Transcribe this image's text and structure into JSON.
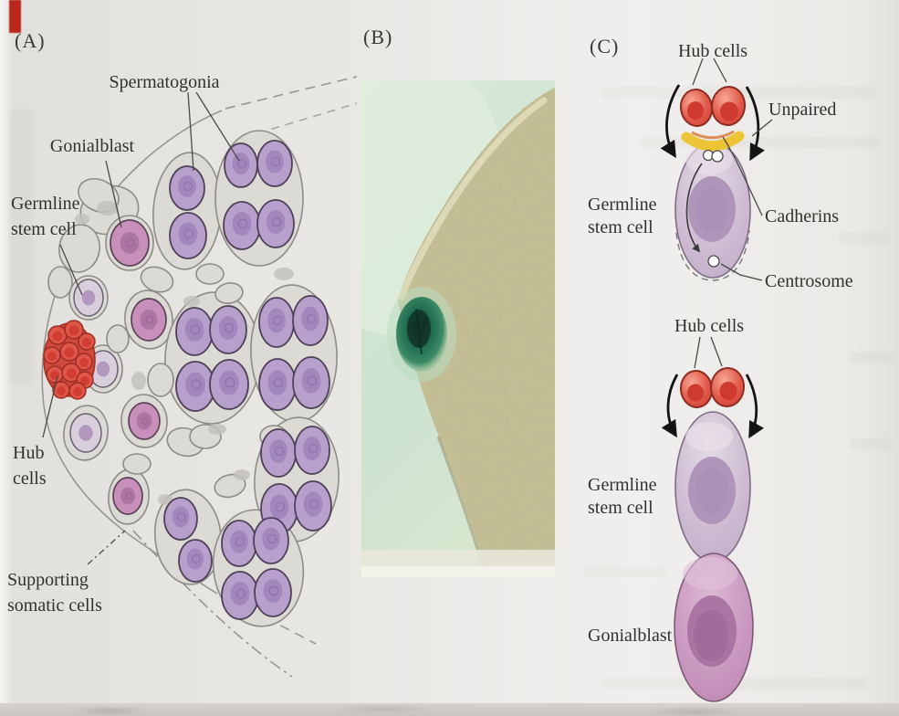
{
  "figure": {
    "panels": {
      "a": {
        "marker": "(A)",
        "labels": {
          "spermatogonia": "Spermatogonia",
          "gonialblast": "Gonialblast",
          "germline_line1": "Germline",
          "germline_line2": "stem cell",
          "hub_line1": "Hub",
          "hub_line2": "cells",
          "supporting_line1": "Supporting",
          "supporting_line2": "somatic cells"
        }
      },
      "b": {
        "marker": "(B)"
      },
      "c": {
        "marker": "(C)",
        "top": {
          "hub_cells": "Hub cells",
          "unpaired": "Unpaired",
          "germline_line1": "Germline",
          "germline_line2": "stem cell",
          "cadherins": "Cadherins",
          "centrosome": "Centrosome"
        },
        "middle": {
          "hub_cells": "Hub cells",
          "germline_line1": "Germline",
          "germline_line2": "stem cell"
        },
        "bottom": {
          "gonialblast": "Gonialblast"
        }
      }
    }
  },
  "colors": {
    "hub_cell_red": "#dd5648",
    "hub_cell_nucleus": "#cf3a2e",
    "hub_cell_outline": "#9e2d23",
    "spermatogonium_purple": "#b7a0cc",
    "spermatogonium_nucleus": "#a086ba",
    "gonialblast_pink": "#c98fbb",
    "gonialblast_nucleus": "#aa75a2",
    "stem_cell_pale": "#d9cfdc",
    "stem_cell_nucleus": "#b095ba",
    "somatic_gray": "#dcdad5",
    "somatic_outline": "#8e8c86",
    "cadherin_yellow": "#eec437",
    "stain_green": "#1e6b52",
    "micrograph_green": "#d9e9dc",
    "micrograph_tan": "#c6c096",
    "label_ink": "#33312e",
    "page_mark_red": "#b9271e"
  }
}
